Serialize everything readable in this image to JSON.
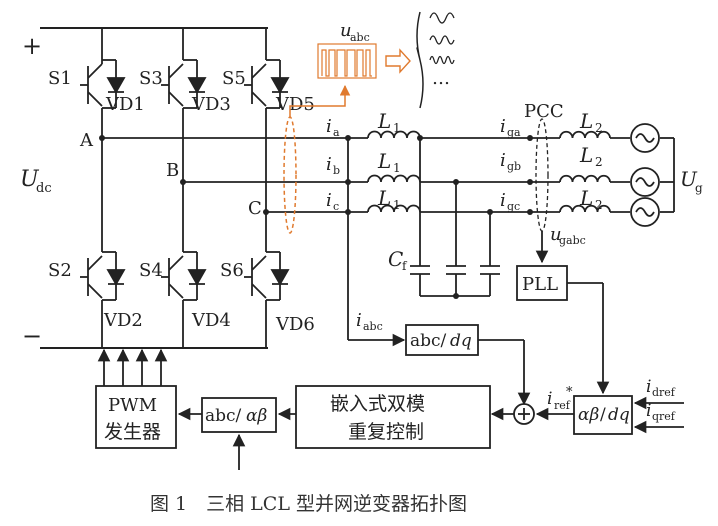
{
  "caption": "图 1　三相 LCL 型并网逆变器拓扑图",
  "dc_bus": {
    "plus": "+",
    "minus": "−",
    "voltage_main": "U",
    "voltage_sub": "dc"
  },
  "switches": {
    "upper": [
      "S1",
      "S3",
      "S5"
    ],
    "lower": [
      "S2",
      "S4",
      "S6"
    ]
  },
  "diodes": {
    "upper": [
      "VD1",
      "VD3",
      "VD5"
    ],
    "lower": [
      "VD2",
      "VD4",
      "VD6"
    ]
  },
  "nodes": [
    "A",
    "B",
    "C"
  ],
  "currents": {
    "inv": [
      {
        "main": "i",
        "sub": "a"
      },
      {
        "main": "i",
        "sub": "b"
      },
      {
        "main": "i",
        "sub": "c"
      }
    ],
    "grid": [
      {
        "main": "i",
        "sub": "ga"
      },
      {
        "main": "i",
        "sub": "gb"
      },
      {
        "main": "i",
        "sub": "gc"
      }
    ],
    "abc": {
      "main": "i",
      "sub": "abc"
    }
  },
  "inductors": {
    "L1": {
      "main": "L",
      "sub": "1"
    },
    "L2": {
      "main": "L",
      "sub": "2"
    }
  },
  "capacitor": {
    "main": "C",
    "sub": "f"
  },
  "pcc": "PCC",
  "grid_voltage": {
    "main": "U",
    "sub": "g"
  },
  "ugabc": {
    "main": "u",
    "sub": "gabc"
  },
  "uabc": {
    "main": "u",
    "sub": "abc"
  },
  "ellipsis": "…",
  "blocks": {
    "pll": "PLL",
    "abc_dq_main": "abc/",
    "abc_dq_it": "dq",
    "pwm_line1": "PWM",
    "pwm_line2": "发生器",
    "abc_ab_main": "abc/",
    "abc_ab_it": "αβ",
    "controller_line1": "嵌入式双模",
    "controller_line2": "重复控制",
    "ab_dq_it1": "αβ",
    "ab_dq_slash": "/",
    "ab_dq_it2": "dq"
  },
  "refs": {
    "iref": {
      "main": "i",
      "sub": "ref",
      "sup": "*"
    },
    "idref": {
      "main": "i",
      "sub": "dref"
    },
    "iqref": {
      "main": "i",
      "sub": "qref"
    }
  },
  "colors": {
    "line": "#222222",
    "accent": "#e07a2e"
  }
}
